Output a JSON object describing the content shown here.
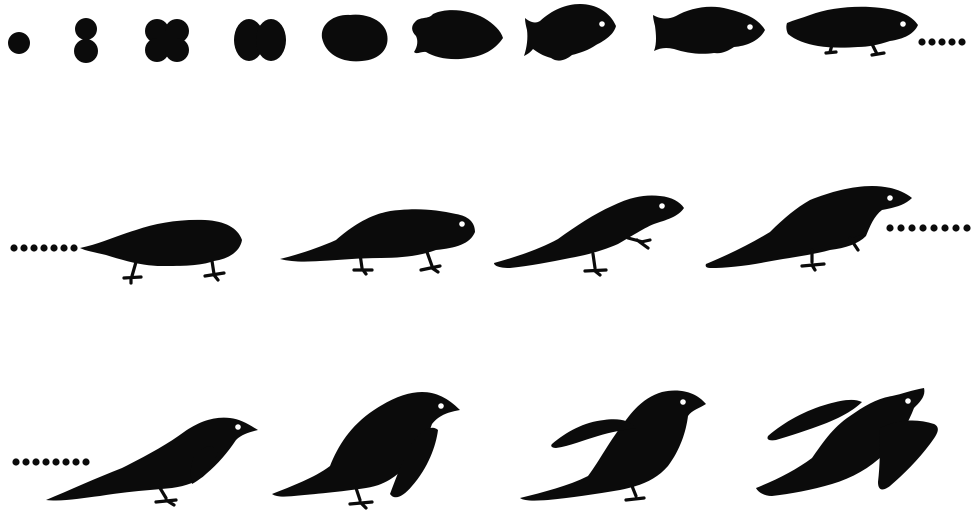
{
  "figure": {
    "style": "black silhouettes on white",
    "rows": [
      {
        "stages": [
          "single-cell-dot",
          "two-cell-stage",
          "four-cell-stage",
          "cell-cluster",
          "round-blob",
          "fish-like-blob",
          "fish-with-fins",
          "fish-elongated",
          "fish-with-legs"
        ],
        "continuation": "ellipsis-dots"
      },
      {
        "stages": [
          "amphibian-blunt-head",
          "salamander-low",
          "lizard-raised-head",
          "lizard-upright-neck"
        ],
        "continuation": "ellipsis-dots"
      },
      {
        "stages": [
          "bird-long-tail",
          "bird-upright",
          "bird-raised-wing",
          "bird-in-flight"
        ],
        "continuation": "none"
      }
    ],
    "colors": {
      "silhouette": "#0b0b0b",
      "background": "#ffffff",
      "eye": "#ffffff"
    }
  }
}
